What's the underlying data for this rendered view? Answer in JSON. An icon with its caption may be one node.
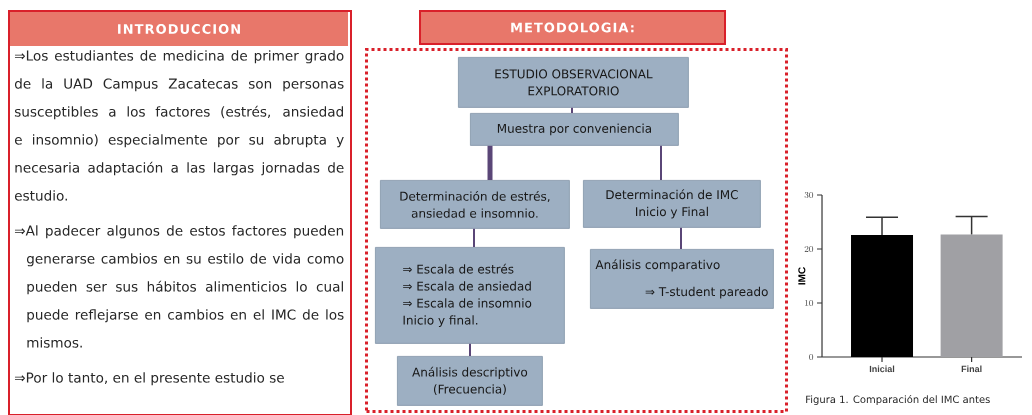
{
  "diagram": {
    "caption": "Figura 1. Comparación del IMC antes",
    "nodes": [
      {
        "text": [
          "INTRODUCCION",
          "⇒Los estudiantes de medicina de primer grado de la UAD Campus Zacatecas son personas susceptibles a los factores (estrés, ansiedad e insomnio) especialmente por su abrupta y necesaria adaptación a las largas jornadas de estudio.",
          "⇒Al padecer algunos de estos factores pueden generarse cambios en su estilo de vida como pueden ser sus hábitos alimenticios lo cual puede reflejarse en cambios en el IMC de los mismos.",
          "⇒Por lo tanto, en el presente estudio se"
        ]
      },
      {
        "text": [
          "METODOLOGIA:"
        ]
      },
      {
        "text": [
          "ESTUDIO OBSERVACIONAL EXPLORATORIO"
        ],
        "in": 1
      },
      {
        "text": [
          "Muestra por conveniencia"
        ],
        "in": 1
      },
      {
        "text": [
          "Determinación de estrés, ansiedad e insomnio."
        ],
        "in": 1
      },
      {
        "text": [
          "Determinación de IMC Inicio y Final"
        ],
        "in": 1
      },
      {
        "text": [
          "⇒ Escala de estrés",
          "⇒ Escala de ansiedad",
          "⇒ Escala de insomnio Inicio y final."
        ],
        "in": 1
      },
      {
        "text": [
          "Análisis comparativo",
          "⇒ T-student pareado"
        ],
        "in": 1
      },
      {
        "text": [
          "Análisis descriptivo (Frecuencia)"
        ],
        "in": 1
      }
    ],
    "edges": [
      {
        "from": 2,
        "to": 3,
        "arrow": "none"
      },
      {
        "from": 3,
        "to": 4,
        "arrow": "none",
        "style": "thick"
      },
      {
        "from": 3,
        "to": 5,
        "arrow": "none"
      },
      {
        "from": 4,
        "to": 6,
        "arrow": "none"
      },
      {
        "from": 5,
        "to": 7,
        "arrow": "none"
      },
      {
        "from": 6,
        "to": 8,
        "arrow": "none"
      }
    ],
    "chart_data": {
      "type": "bar",
      "ylabel": "IMC",
      "categories": [
        "Inicial",
        "Final"
      ],
      "series": [
        {
          "color": "#000000",
          "values": [
            22.6,
            null
          ],
          "errors": [
            3.3,
            null
          ]
        },
        {
          "color": "#a0a0a4",
          "values": [
            null,
            22.7
          ],
          "errors": [
            null,
            3.3
          ]
        }
      ],
      "ylim": [
        0,
        30
      ],
      "yticks": [
        0,
        10,
        20,
        30
      ]
    }
  }
}
